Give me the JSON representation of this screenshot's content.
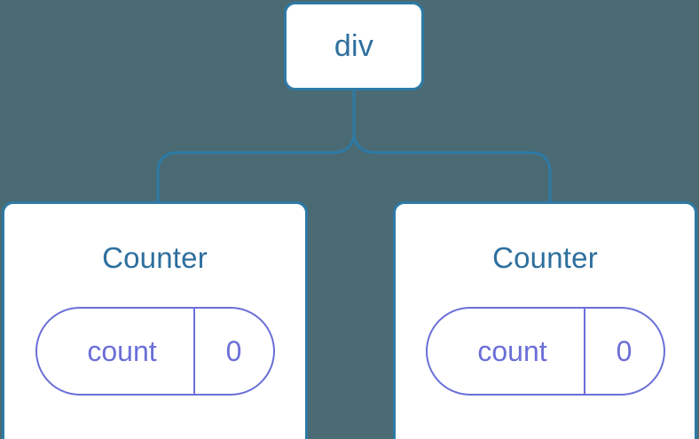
{
  "diagram": {
    "type": "component-tree",
    "background_color": "#4a6a74",
    "node_border_color": "#2d7aa6",
    "node_fill_color": "#ffffff",
    "node_text_color": "#2d6f9e",
    "connector_color": "#2d7aa6",
    "state_accent_color": "#6b6fd8",
    "root": {
      "label": "div"
    },
    "children": [
      {
        "label": "Counter",
        "state": {
          "key": "count",
          "value": "0"
        }
      },
      {
        "label": "Counter",
        "state": {
          "key": "count",
          "value": "0"
        }
      }
    ]
  }
}
